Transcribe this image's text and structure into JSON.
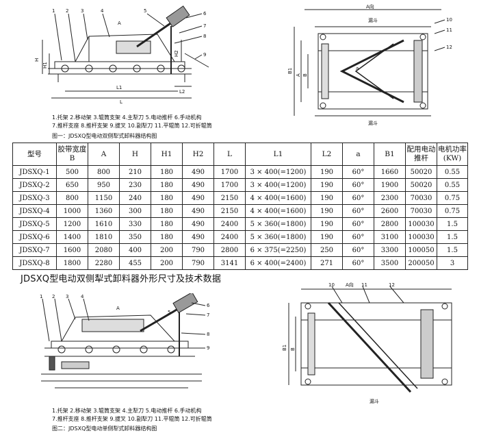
{
  "figure1": {
    "callouts": [
      "1",
      "2",
      "3",
      "4",
      "5",
      "6",
      "7",
      "8",
      "9"
    ],
    "dims": {
      "h": "H",
      "h1": "H1",
      "h2": "H2",
      "l": "L",
      "l1": "L1",
      "l2": "L2",
      "a": "A"
    },
    "legend_line1": "1.托架  2.移动架  3.辊筒支架  4.主犁刀  5.电动推杆  6.手动机构",
    "legend_line2": "7.推杆支座   8.推杆支架  9.拔叉  10.副犁刀  11.平辊筒  12.可折辊筒",
    "caption": "图一：JDSXQ型电动双侧犁式卸料器结构图"
  },
  "figure1_plan": {
    "top_label": "A向",
    "hopper_top": "漏斗",
    "hopper_bottom": "漏斗",
    "callouts": [
      "10",
      "11",
      "12"
    ],
    "dims": {
      "a_angle": "a",
      "b": "B",
      "b1": "B1",
      "a": "A"
    }
  },
  "table": {
    "headers": [
      "型号",
      "胶带宽度 B",
      "A",
      "H",
      "H1",
      "H2",
      "L",
      "L1",
      "L2",
      "a",
      "B1",
      "配用电动推杆",
      "电机功率(KW)"
    ],
    "rows": [
      [
        "JDSXQ-1",
        "500",
        "800",
        "210",
        "180",
        "490",
        "1700",
        "3 × 400(=1200)",
        "190",
        "60°",
        "1660",
        "50020",
        "0.55"
      ],
      [
        "JDSXQ-2",
        "650",
        "950",
        "230",
        "180",
        "490",
        "1700",
        "3 × 400(=1200)",
        "190",
        "60°",
        "1900",
        "50020",
        "0.55"
      ],
      [
        "JDSXQ-3",
        "800",
        "1150",
        "240",
        "180",
        "490",
        "2150",
        "4 × 400(=1600)",
        "190",
        "60°",
        "2300",
        "70030",
        "0.75"
      ],
      [
        "JDSXQ-4",
        "1000",
        "1360",
        "300",
        "180",
        "490",
        "2150",
        "4 × 400(=1600)",
        "190",
        "60°",
        "2600",
        "70030",
        "0.75"
      ],
      [
        "JDSXQ-5",
        "1200",
        "1610",
        "330",
        "180",
        "490",
        "2400",
        "5 × 360(=1800)",
        "190",
        "60°",
        "2800",
        "100030",
        "1.5"
      ],
      [
        "JDSXQ-6",
        "1400",
        "1810",
        "350",
        "180",
        "490",
        "2400",
        "5 × 360(=1800)",
        "190",
        "60°",
        "3100",
        "100030",
        "1.5"
      ],
      [
        "JDSXQ-7",
        "1600",
        "2080",
        "400",
        "200",
        "790",
        "2800",
        "6 × 375(=2250)",
        "250",
        "60°",
        "3300",
        "100050",
        "1.5"
      ],
      [
        "JDSXQ-8",
        "1800",
        "2280",
        "455",
        "200",
        "790",
        "3141",
        "6 × 400(=2400)",
        "271",
        "60°",
        "3500",
        "200050",
        "3"
      ]
    ]
  },
  "section_title": "JDSXQ型电动双侧犁式卸料器外形尺寸及技术数据",
  "figure2": {
    "callouts": [
      "1",
      "2",
      "3",
      "4",
      "5",
      "6",
      "7",
      "8",
      "9"
    ],
    "legend_line1": "1.托架  2.移动架  3.辊筒支架  4.主犁刀  5.电动推杆  6.手动机构",
    "legend_line2": "7.推杆支座   8.推杆支架  9.拔叉  10.副犁刀  11.平辊筒  12.可折辊筒",
    "caption": "图二：JDSXQ型电动单侧犁式卸料器结构图"
  },
  "figure2_plan": {
    "top_label": "A向",
    "hopper_bottom": "漏斗",
    "callouts": [
      "10",
      "11",
      "12"
    ],
    "dims": {
      "b1": "B1",
      "b": "B"
    }
  }
}
